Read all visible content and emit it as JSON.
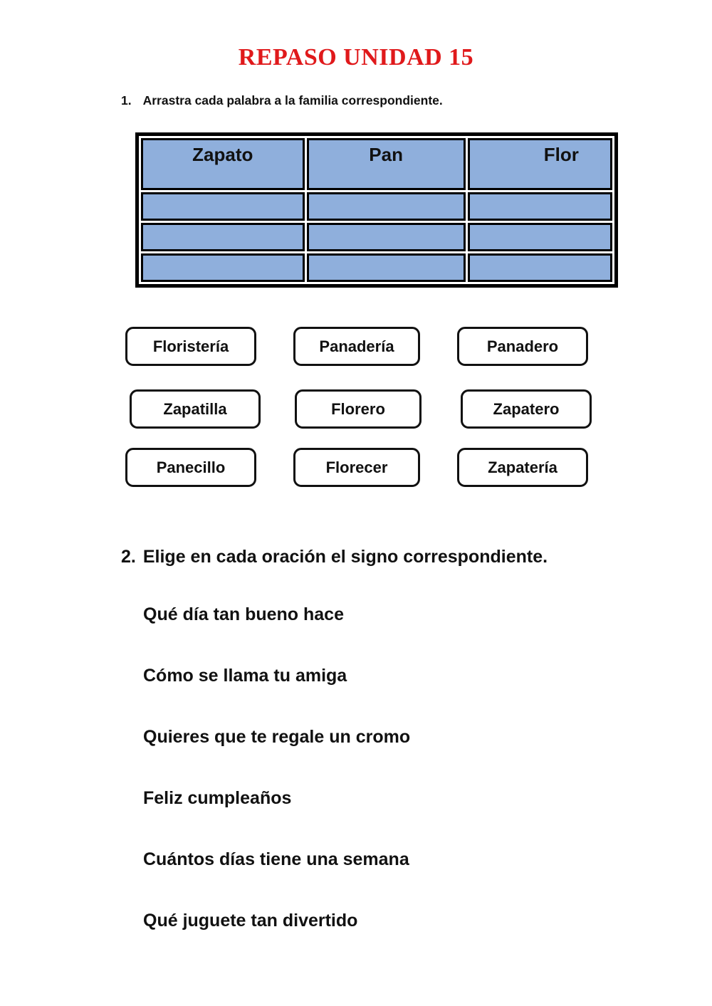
{
  "colors": {
    "title_red": "#e0191b",
    "table_cell_blue": "#8fafdc",
    "text_black": "#111111"
  },
  "title": "REPASO UNIDAD 15",
  "exercise1": {
    "number": "1.",
    "instruction": "Arrastra cada palabra a la familia correspondiente.",
    "table": {
      "headers": [
        "Zapato",
        "Pan",
        "Flor"
      ],
      "empty_body_rows": 3,
      "columns": 3
    },
    "words": [
      "Floristería",
      "Panadería",
      "Panadero",
      "Zapatilla",
      "Florero",
      "Zapatero",
      "Panecillo",
      "Florecer",
      "Zapatería"
    ]
  },
  "exercise2": {
    "number": "2.",
    "instruction": "Elige en cada oración el signo correspondiente.",
    "sentences": [
      "Qué día tan bueno hace",
      "Cómo se llama tu amiga",
      "Quieres que te regale un cromo",
      "Feliz cumpleaños",
      "Cuántos días tiene una semana",
      "Qué juguete tan divertido"
    ]
  }
}
